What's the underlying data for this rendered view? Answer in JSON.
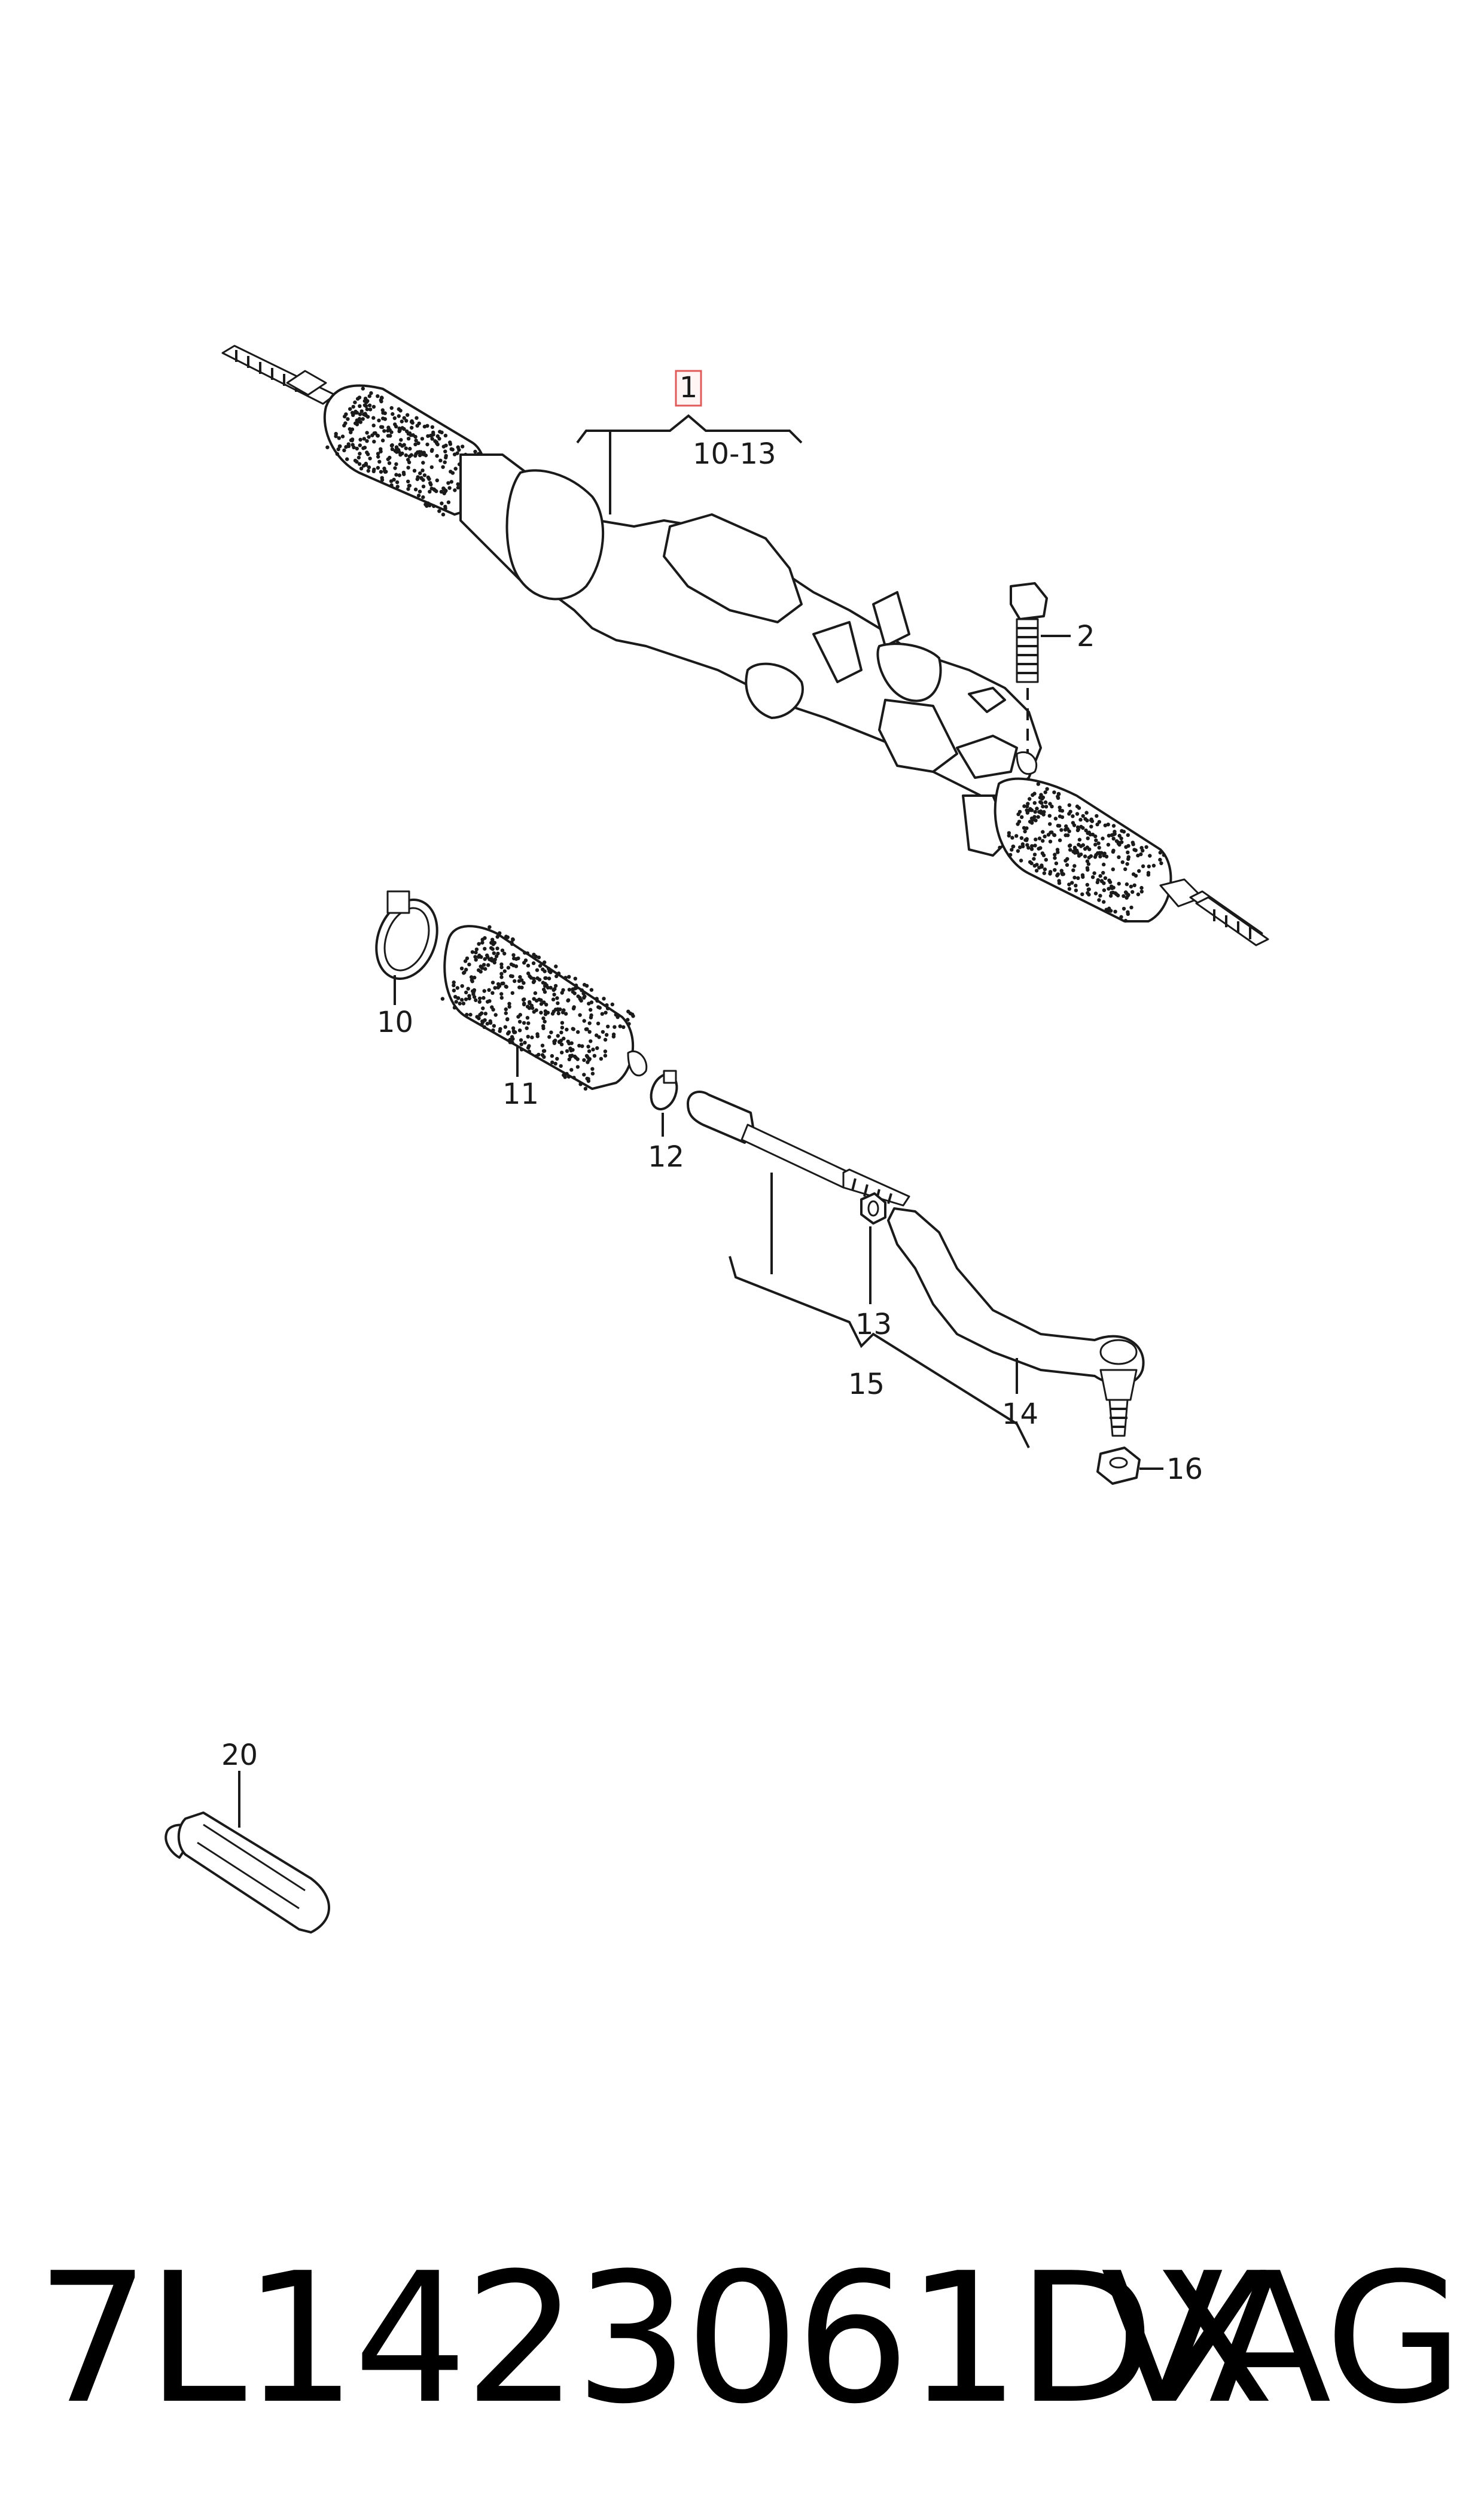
{
  "callouts": {
    "c1": "1",
    "c1_range": "10-13",
    "c2": "2",
    "c10": "10",
    "c11": "11",
    "c12": "12",
    "c13": "13",
    "c14": "14",
    "c15": "15",
    "c16": "16",
    "c20": "20"
  },
  "footer": {
    "part_number": "7L1423061DX",
    "brand": "VAG"
  },
  "colors": {
    "highlight_box": "#e05a5a",
    "line": "#1a1a1a"
  }
}
